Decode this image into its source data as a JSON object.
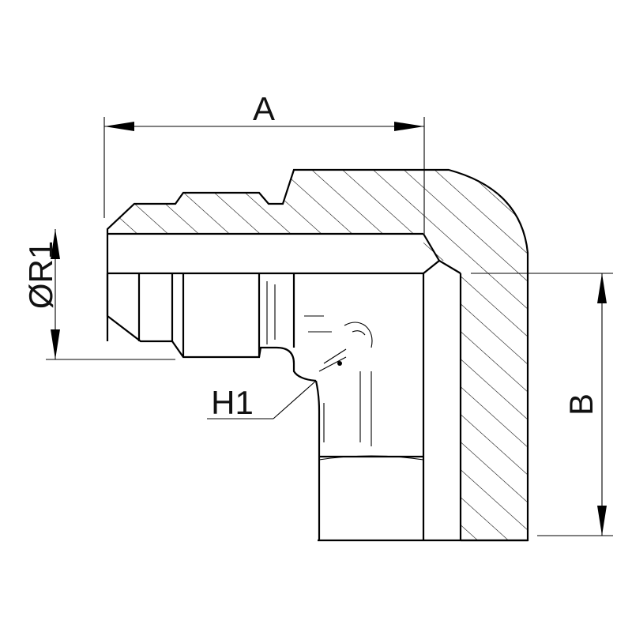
{
  "labels": {
    "dim_a": "A",
    "dim_b": "B",
    "dim_r1": "ØR1",
    "dim_h1": "H1"
  },
  "colors": {
    "line": "#000000",
    "background": "#ffffff"
  }
}
